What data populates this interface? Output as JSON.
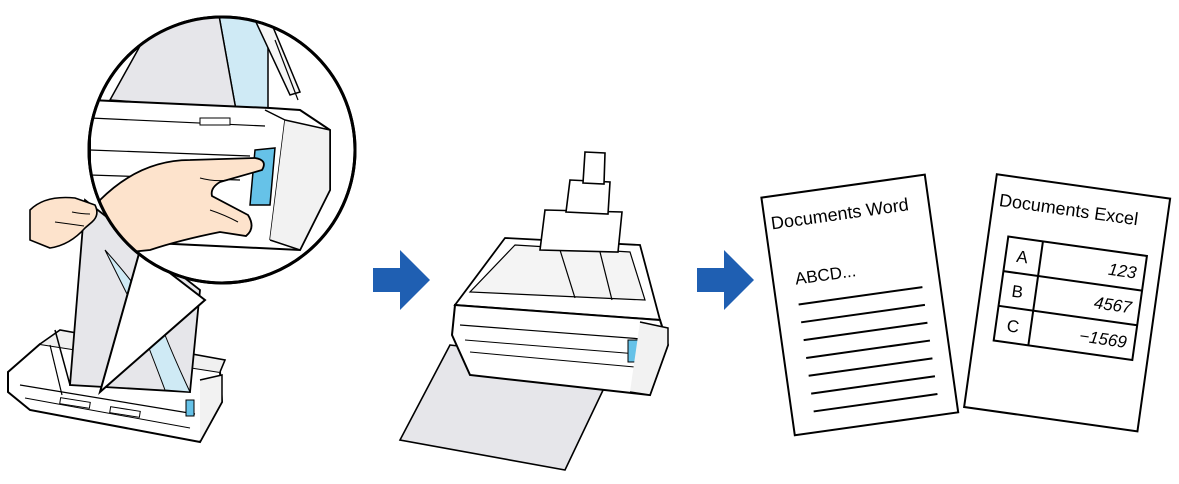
{
  "steps": [
    {
      "id": "load-and-press",
      "icon": "scanner-with-finger-press"
    },
    {
      "id": "scanning",
      "icon": "scanner-feeding-paper"
    },
    {
      "id": "output-documents",
      "icon": "office-documents"
    }
  ],
  "arrows": [
    {
      "icon": "right-arrow",
      "color": "#1f5fb2"
    },
    {
      "icon": "right-arrow",
      "color": "#1f5fb2"
    }
  ],
  "paper_glyph": "3",
  "word_doc": {
    "title": "Documents Word",
    "body_text": "ABCD..."
  },
  "excel_doc": {
    "title": "Documents Excel",
    "rows": [
      {
        "label": "A",
        "value": "123"
      },
      {
        "label": "B",
        "value": "4567"
      },
      {
        "label": "C",
        "value": "−1569"
      }
    ]
  },
  "colors": {
    "line": "#000000",
    "scanner_body": "#ffffff",
    "scanner_shade": "#e6e6e6",
    "paper": "#e6e6ea",
    "paper_tint": "#cfeaf5",
    "button": "#66c2e8",
    "arrow": "#1f5fb2"
  }
}
